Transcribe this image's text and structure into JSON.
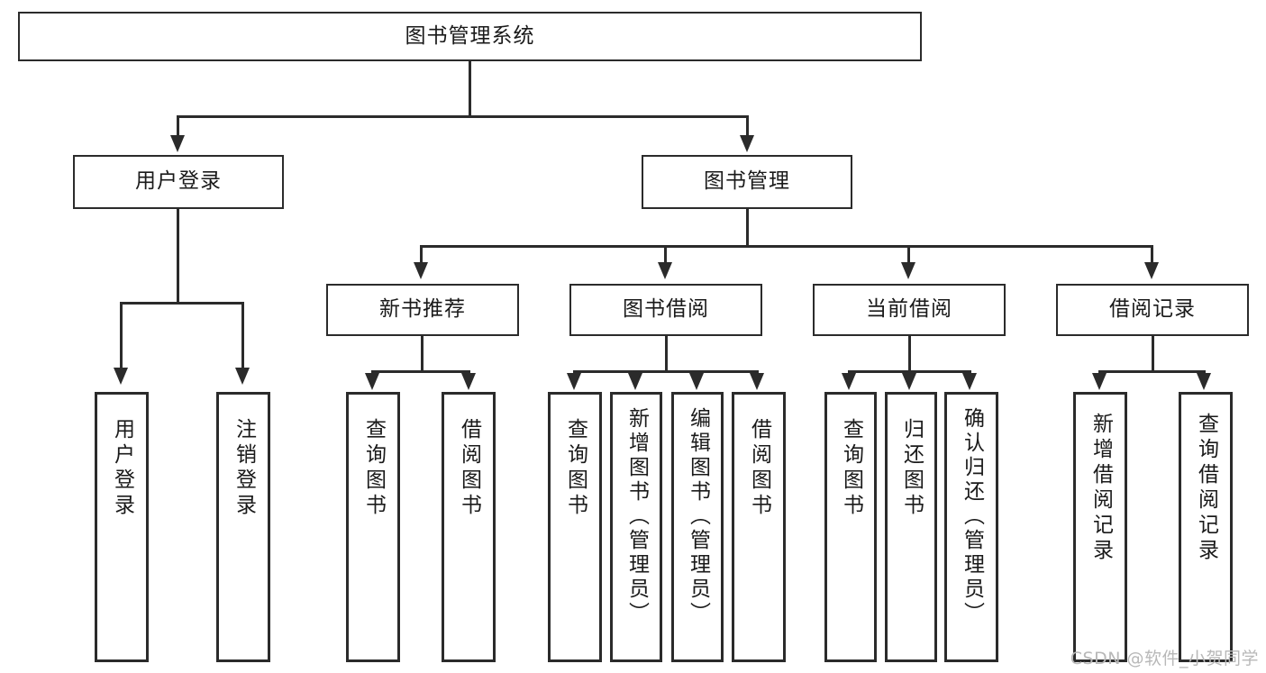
{
  "diagram": {
    "type": "tree-hierarchy",
    "title": "图书管理系统",
    "root": {
      "label": "图书管理系统",
      "children": [
        {
          "label": "用户登录",
          "children": [
            {
              "label": "用户登录"
            },
            {
              "label": "注销登录"
            }
          ]
        },
        {
          "label": "图书管理",
          "children": [
            {
              "label": "新书推荐",
              "children": [
                {
                  "label": "查询图书"
                },
                {
                  "label": "借阅图书"
                }
              ]
            },
            {
              "label": "图书借阅",
              "children": [
                {
                  "label": "查询图书"
                },
                {
                  "label": "新增图书（管理员）"
                },
                {
                  "label": "编辑图书（管理员）"
                },
                {
                  "label": "借阅图书"
                }
              ]
            },
            {
              "label": "当前借阅",
              "children": [
                {
                  "label": "查询图书"
                },
                {
                  "label": "归还图书"
                },
                {
                  "label": "确认归还（管理员）"
                }
              ]
            },
            {
              "label": "借阅记录",
              "children": [
                {
                  "label": "新增借阅记录"
                },
                {
                  "label": "查询借阅记录"
                }
              ]
            }
          ]
        }
      ]
    },
    "nodes": {
      "root": "图书管理系统",
      "level2": {
        "user_login": "用户登录",
        "book_manage": "图书管理"
      },
      "level3": {
        "new_book_recommend": "新书推荐",
        "book_borrow": "图书借阅",
        "current_borrow": "当前借阅",
        "borrow_record": "借阅记录"
      },
      "leaves": {
        "user_login_1": "用户登录",
        "user_login_2": "注销登录",
        "recommend_1": "查询图书",
        "recommend_2": "借阅图书",
        "borrow_1": "查询图书",
        "borrow_2": "新增图书（管理员）",
        "borrow_3": "编辑图书（管理员）",
        "borrow_4": "借阅图书",
        "current_1": "查询图书",
        "current_2": "归还图书",
        "current_3": "确认归还（管理员）",
        "record_1": "新增借阅记录",
        "record_2": "查询借阅记录"
      }
    },
    "colors": {
      "stroke": "#2b2b2b",
      "fill": "#ffffff",
      "text": "#1a1a1a",
      "watermark": "#b8b8b8"
    }
  },
  "watermark": {
    "text": "CSDN @软件_小贺同学"
  }
}
